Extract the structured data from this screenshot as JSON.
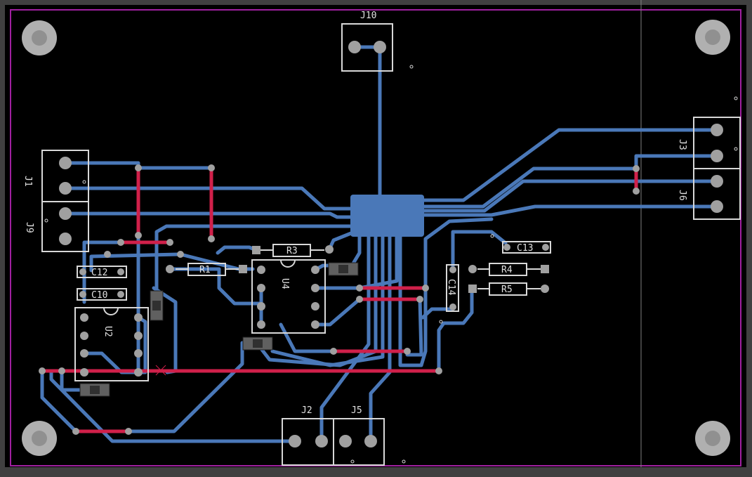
{
  "colors": {
    "background": "#000000",
    "frame": "#404040",
    "board_outline": "#a020a0",
    "bottom_copper": "#4a78b8",
    "top_copper": "#d0204a",
    "silkscreen": "#d8d8d8",
    "pad": "#a0a0a0",
    "mount_hole": "#b0b0b0",
    "smd_pad": "#606060"
  },
  "labels": {
    "J10": "J10",
    "J1": "J1",
    "J9": "J9",
    "J3": "J3",
    "J6": "J6",
    "J2": "J2",
    "J5": "J5",
    "U2": "U2",
    "U4": "U4",
    "R1": "R1",
    "R3": "R3",
    "R4": "R4",
    "R5": "R5",
    "C10": "C10",
    "C12": "C12",
    "C13": "C13",
    "C14": "C14"
  }
}
